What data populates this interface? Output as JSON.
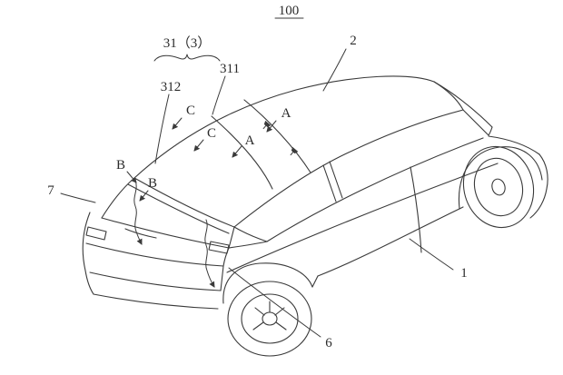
{
  "figure": {
    "background": "#ffffff",
    "line_color": "#3a3a3a",
    "labels": {
      "overall": "100",
      "front_roof_panel": "2",
      "roof_group": "31（3）",
      "middle_strip": "311",
      "rear_roof_panel": "312",
      "section_c_upper": "C",
      "section_c_lower": "C",
      "section_a_upper": "A",
      "section_a_lower": "A",
      "section_b_upper": "B",
      "section_b_lower": "B",
      "spoiler": "7",
      "vehicle_body": "1",
      "bracket": "6"
    }
  }
}
